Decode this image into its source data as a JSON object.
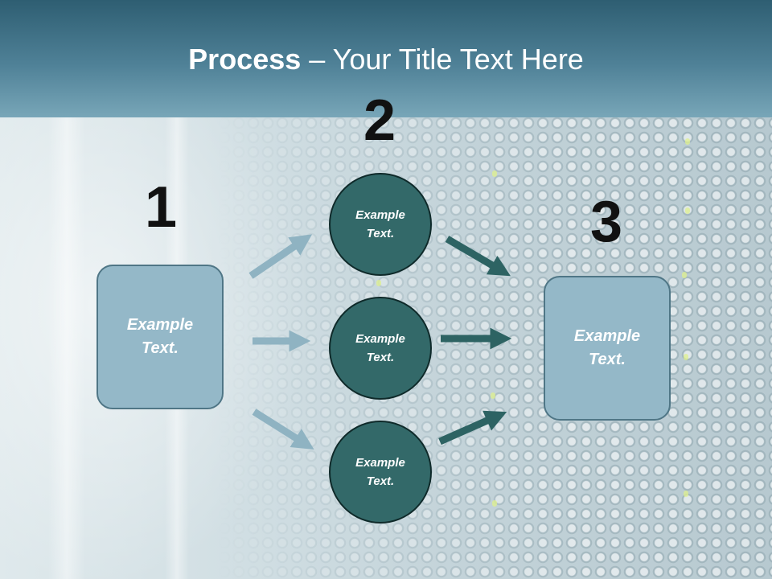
{
  "slide": {
    "title_strong": "Process",
    "title_rest": " – Your Title Text Here"
  },
  "steps": {
    "one": "1",
    "two": "2",
    "three": "3"
  },
  "left_box": {
    "text": "Example\nText."
  },
  "circles": [
    {
      "text": "Example\nText."
    },
    {
      "text": "Example\nText."
    },
    {
      "text": "Example\nText."
    }
  ],
  "right_box": {
    "text": "Example\nText."
  },
  "colors": {
    "title_bar": "#4f8197",
    "box_fill": "#94b8c8",
    "circle_fill": "#336969",
    "light_arrow": "#8fb3c2",
    "dark_arrow": "#2d6363"
  }
}
